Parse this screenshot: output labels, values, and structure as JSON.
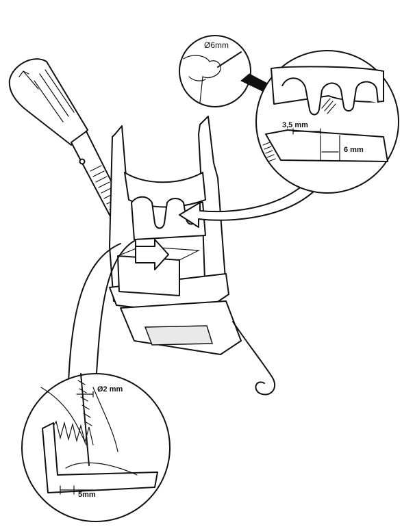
{
  "labels": {
    "pilot_drill_diameter": "Ø6mm",
    "slot_width": "3,5 mm",
    "slot_spacing": "6 mm",
    "drill_diameter": "Ø2 mm",
    "edge_distance": "5mm"
  }
}
